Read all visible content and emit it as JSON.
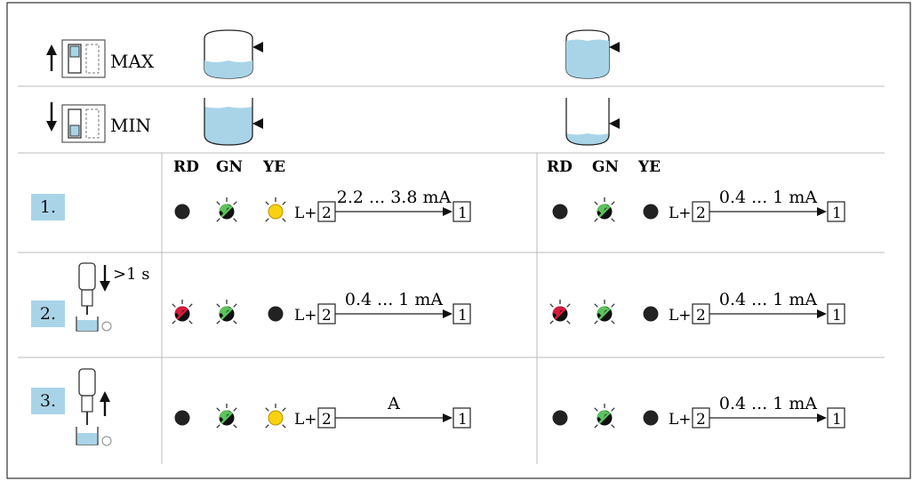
{
  "header": {
    "max_label": "MAX",
    "min_label": "MIN"
  },
  "led_labels": {
    "rd": "RD",
    "gn": "GN",
    "ye": "YE"
  },
  "steps": [
    {
      "label": "1."
    },
    {
      "label": "2.",
      "duration": ">1 s"
    },
    {
      "label": "3."
    }
  ],
  "terminals": {
    "lplus": "L+",
    "t2": "2",
    "t1": "1"
  },
  "currents": {
    "r1_left": "2.2 ... 3.8 mA",
    "r1_right": "0.4 ... 1 mA",
    "r2_left": "0.4 ... 1 mA",
    "r2_right": "0.4 ... 1 mA",
    "r3_left": "A",
    "r3_right": "0.4 ... 1 mA"
  },
  "colors": {
    "liquid": "#a9d4e8",
    "led_off": "#222222",
    "led_green": "#5cc25c",
    "led_yellow": "#f7d210",
    "led_red": "#d81a3c",
    "step_badge": "#a9d4e8"
  },
  "icons": {
    "magnet": "magnet-icon",
    "test": "test-magnet-icon"
  }
}
